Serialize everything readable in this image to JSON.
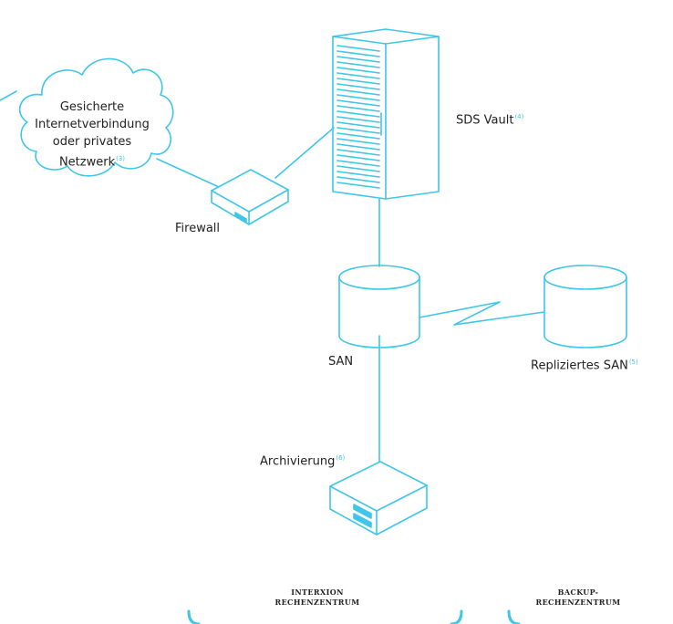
{
  "colors": {
    "accent": "#3fc6e8",
    "line": "#3fc6e8",
    "text": "#222222",
    "background": "#ffffff"
  },
  "cloud": {
    "lines": [
      "Gesicherte",
      "Internetverbindung",
      "oder privates",
      "Netzwerk"
    ],
    "ref": "(3)"
  },
  "firewall": {
    "label": "Firewall"
  },
  "vault": {
    "label": "SDS Vault",
    "ref": "(4)"
  },
  "san": {
    "label": "SAN"
  },
  "replicated_san": {
    "label": "Repliziertes SAN",
    "ref": "(5)"
  },
  "archive": {
    "label": "Archivierung",
    "ref": "(6)"
  },
  "datacenters": {
    "interxion": {
      "line1": "INTERXION",
      "line2": "RECHENZENTRUM"
    },
    "backup": {
      "line1": "BACKUP-",
      "line2": "RECHENZENTRUM"
    }
  }
}
